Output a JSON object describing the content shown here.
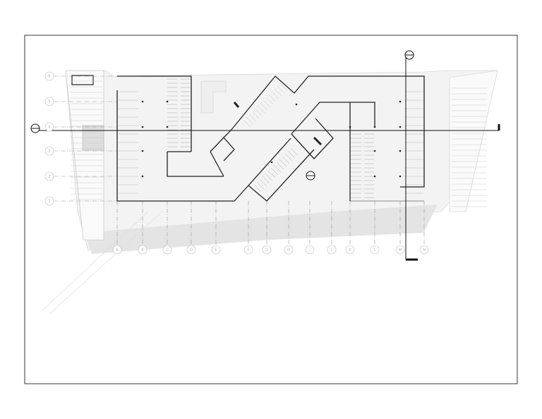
{
  "drawing": {
    "grid_columns": [
      "A",
      "B",
      "C",
      "D",
      "E",
      "F",
      "G",
      "H",
      "I",
      "J",
      "K",
      "L",
      "M",
      "N"
    ],
    "grid_rows": [
      "6",
      "5",
      "4",
      "3",
      "2",
      "1"
    ],
    "colors": {
      "wall": "#222222",
      "grid": "#9a9a9a",
      "shade": "#e6e6e6",
      "frame": "#333333"
    },
    "icons": [
      "section-marker-icon",
      "elevation-marker-icon",
      "grid-bubble-icon"
    ]
  }
}
